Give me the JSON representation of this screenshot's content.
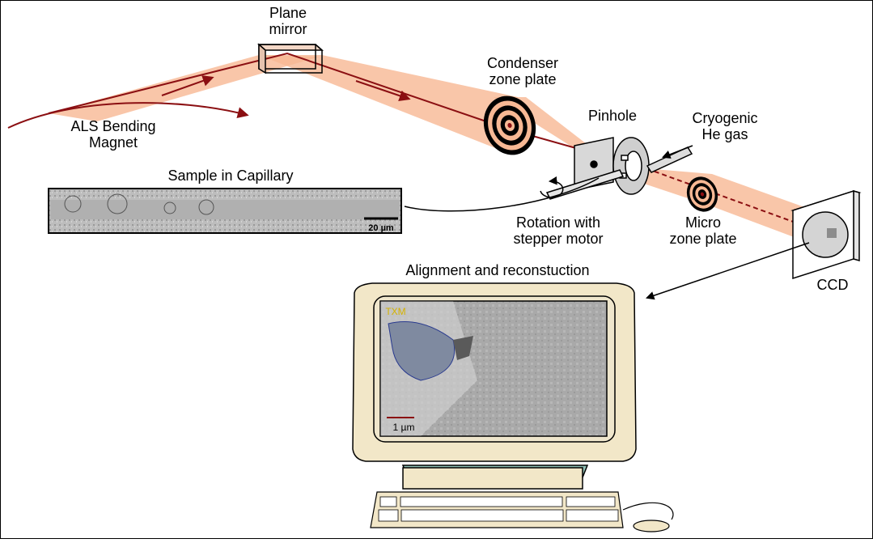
{
  "labels": {
    "plane_mirror": [
      "Plane",
      "mirror"
    ],
    "condenser": [
      "Condenser",
      "zone plate"
    ],
    "pinhole": "Pinhole",
    "cryogenic": [
      "Cryogenic",
      "He gas"
    ],
    "bending_magnet": [
      "ALS Bending",
      "Magnet"
    ],
    "sample": "Sample in Capillary",
    "rotation": [
      "Rotation with",
      "stepper motor"
    ],
    "micro_zone_plate": [
      "Micro",
      "zone plate"
    ],
    "ccd": "CCD",
    "alignment": "Alignment and reconstuction"
  },
  "scale_bars": {
    "capillary": "20 µm",
    "screen": "1 µm",
    "screen_overlay": "TXM"
  },
  "colors": {
    "beam_fill": "#f7b894",
    "beam_line": "#8b0f12",
    "monitor_beige": "#f2e7c8",
    "monitor_stand": "#8fbfb5"
  }
}
